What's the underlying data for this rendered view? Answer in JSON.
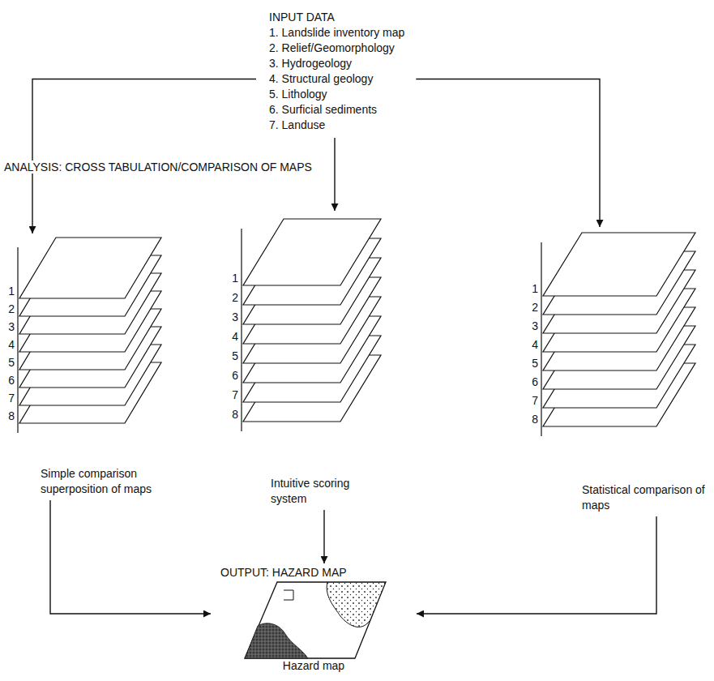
{
  "diagram": {
    "nodes": [
      {
        "text": [
          "INPUT DATA",
          "1. Landslide inventory map",
          "2. Relief/Geomorphology",
          "3. Hydrogeology",
          "4. Structural geology",
          "5. Lithology",
          "6. Surficial sediments",
          "7. Landuse"
        ]
      },
      {
        "text": [
          "Simple comparison superposition of maps"
        ]
      },
      {
        "text": [
          "Intuitive scoring system"
        ]
      },
      {
        "text": [
          "Statistical comparison of maps"
        ]
      },
      {
        "text": [
          "OUTPUT: HAZARD MAP",
          "Hazard map"
        ]
      }
    ],
    "edges": [
      {
        "from": 0,
        "to": 1,
        "arrow": "to"
      },
      {
        "from": 0,
        "to": 2,
        "arrow": "to"
      },
      {
        "from": 0,
        "to": 3,
        "arrow": "to"
      },
      {
        "from": 1,
        "to": 4,
        "arrow": "to"
      },
      {
        "from": 2,
        "to": 4,
        "arrow": "to"
      },
      {
        "from": 3,
        "to": 4,
        "arrow": "to"
      }
    ],
    "labels": [
      "ANALYSIS: CROSS TABULATION/COMPARISON OF MAPS",
      "1",
      "2",
      "3",
      "4",
      "5",
      "6",
      "7",
      "8",
      "1",
      "2",
      "3",
      "4",
      "5",
      "6",
      "7",
      "8",
      "1",
      "2",
      "3",
      "4",
      "5",
      "6",
      "7",
      "8"
    ]
  }
}
